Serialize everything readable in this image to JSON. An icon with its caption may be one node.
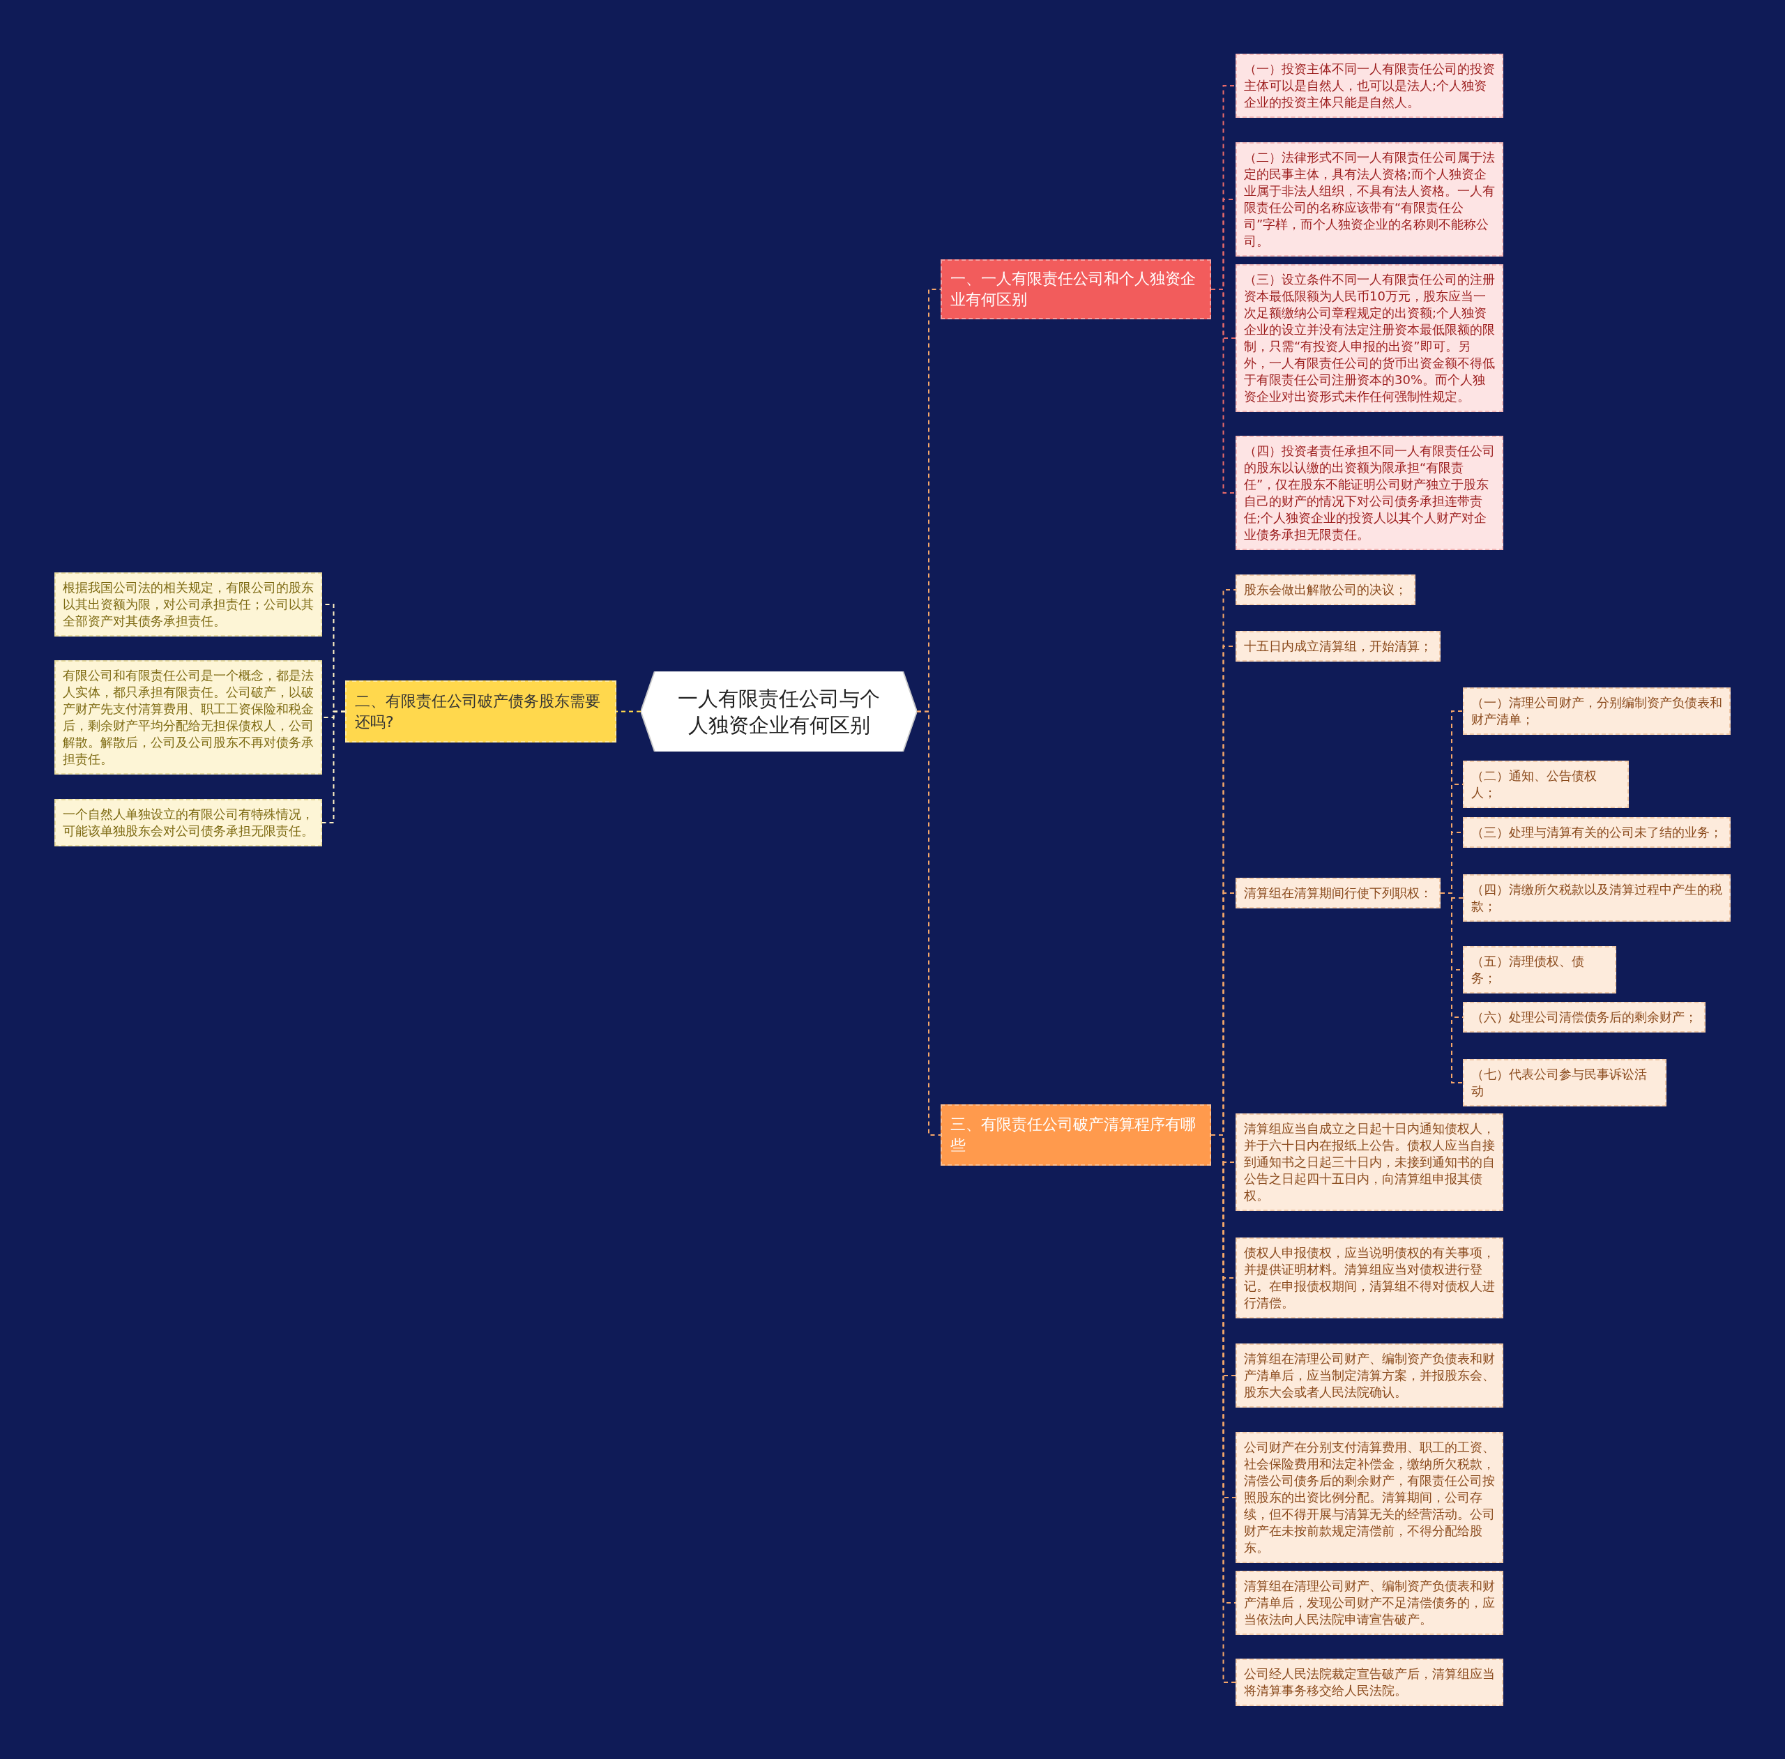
{
  "diagram": {
    "nodes": [
      {
        "text": [
          "一人有限责任公司与个人独资企业有何区别"
        ]
      },
      {
        "text": [
          "一、一人有限责任公司和个人独资企业有何区别"
        ]
      },
      {
        "text": [
          "（一）投资主体不同一人有限责任公司的投资主体可以是自然人，也可以是法人;个人独资企业的投资主体只能是自然人。"
        ]
      },
      {
        "text": [
          "（二）法律形式不同一人有限责任公司属于法定的民事主体，具有法人资格;而个人独资企业属于非法人组织，不具有法人资格。一人有限责任公司的名称应该带有“有限责任公司”字样，而个人独资企业的名称则不能称公司。"
        ]
      },
      {
        "text": [
          "（三）设立条件不同一人有限责任公司的注册资本最低限额为人民币10万元，股东应当一次足额缴纳公司章程规定的出资额;个人独资企业的设立并没有法定注册资本最低限额的限制，只需“有投资人申报的出资”即可。另外，一人有限责任公司的货币出资金额不得低于有限责任公司注册资本的30%。而个人独资企业对出资形式未作任何强制性规定。"
        ]
      },
      {
        "text": [
          "（四）投资者责任承担不同一人有限责任公司的股东以认缴的出资额为限承担“有限责任”，仅在股东不能证明公司财产独立于股东自己的财产的情况下对公司债务承担连带责任;个人独资企业的投资人以其个人财产对企业债务承担无限责任。"
        ]
      },
      {
        "text": [
          "二、有限责任公司破产债务股东需要还吗?"
        ]
      },
      {
        "text": [
          "根据我国公司法的相关规定，有限公司的股东以其出资额为限，对公司承担责任；公司以其全部资产对其债务承担责任。"
        ]
      },
      {
        "text": [
          "有限公司和有限责任公司是一个概念，都是法人实体，都只承担有限责任。公司破产，以破产财产先支付清算费用、职工工资保险和税金后，剩余财产平均分配给无担保债权人，公司解散。解散后，公司及公司股东不再对债务承担责任。"
        ]
      },
      {
        "text": [
          "一个自然人单独设立的有限公司有特殊情况，可能该单独股东会对公司债务承担无限责任。"
        ]
      },
      {
        "text": [
          "三、有限责任公司破产清算程序有哪些"
        ]
      },
      {
        "text": [
          "股东会做出解散公司的决议；"
        ]
      },
      {
        "text": [
          "十五日内成立清算组，开始清算；"
        ]
      },
      {
        "text": [
          "清算组在清算期间行使下列职权："
        ]
      },
      {
        "text": [
          "（一）清理公司财产，分别编制资产负债表和财产清单；"
        ]
      },
      {
        "text": [
          "（二）通知、公告债权人；"
        ]
      },
      {
        "text": [
          "（三）处理与清算有关的公司未了结的业务；"
        ]
      },
      {
        "text": [
          "（四）清缴所欠税款以及清算过程中产生的税款；"
        ]
      },
      {
        "text": [
          "（五）清理债权、债务；"
        ]
      },
      {
        "text": [
          "（六）处理公司清偿债务后的剩余财产；"
        ]
      },
      {
        "text": [
          "（七）代表公司参与民事诉讼活动"
        ]
      },
      {
        "text": [
          "清算组应当自成立之日起十日内通知债权人，并于六十日内在报纸上公告。债权人应当自接到通知书之日起三十日内，未接到通知书的自公告之日起四十五日内，向清算组申报其债权。"
        ]
      },
      {
        "text": [
          "债权人申报债权，应当说明债权的有关事项，并提供证明材料。清算组应当对债权进行登记。在申报债权期间，清算组不得对债权人进行清偿。"
        ]
      },
      {
        "text": [
          "清算组在清理公司财产、编制资产负债表和财产清单后，应当制定清算方案，并报股东会、股东大会或者人民法院确认。"
        ]
      },
      {
        "text": [
          "公司财产在分别支付清算费用、职工的工资、社会保险费用和法定补偿金，缴纳所欠税款，清偿公司债务后的剩余财产，有限责任公司按照股东的出资比例分配。清算期间，公司存续，但不得开展与清算无关的经营活动。公司财产在未按前款规定清偿前，不得分配给股东。"
        ]
      },
      {
        "text": [
          "清算组在清理公司财产、编制资产负债表和财产清单后，发现公司财产不足清偿债务的，应当依法向人民法院申请宣告破产。"
        ]
      },
      {
        "text": [
          "公司经人民法院裁定宣告破产后，清算组应当将清算事务移交给人民法院。"
        ]
      }
    ],
    "edges": [
      {
        "from": 0,
        "to": 1,
        "arrow": "none",
        "style": "dashed"
      },
      {
        "from": 1,
        "to": 2,
        "arrow": "none",
        "style": "dashed",
        "color": "#e86a6a"
      },
      {
        "from": 1,
        "to": 3,
        "arrow": "none",
        "style": "dashed",
        "color": "#e86a6a"
      },
      {
        "from": 1,
        "to": 4,
        "arrow": "none",
        "style": "dashed",
        "color": "#e86a6a"
      },
      {
        "from": 1,
        "to": 5,
        "arrow": "none",
        "style": "dashed",
        "color": "#e86a6a"
      },
      {
        "from": 0,
        "to": 6,
        "arrow": "none",
        "style": "dashed",
        "color": "#ffd84d"
      },
      {
        "from": 6,
        "to": 7,
        "arrow": "none",
        "style": "dashed",
        "color": "#fff2c4"
      },
      {
        "from": 6,
        "to": 8,
        "arrow": "none",
        "style": "dashed",
        "color": "#fff2c4"
      },
      {
        "from": 6,
        "to": 9,
        "arrow": "none",
        "style": "dashed",
        "color": "#fff2c4"
      },
      {
        "from": 0,
        "to": 10,
        "arrow": "none",
        "style": "dashed"
      },
      {
        "from": 10,
        "to": 11,
        "arrow": "none",
        "style": "dashed"
      },
      {
        "from": 10,
        "to": 12,
        "arrow": "none",
        "style": "dashed"
      },
      {
        "from": 10,
        "to": 13,
        "arrow": "none",
        "style": "dashed"
      },
      {
        "from": 13,
        "to": 14,
        "arrow": "none",
        "style": "dashed"
      },
      {
        "from": 13,
        "to": 15,
        "arrow": "none",
        "style": "dashed"
      },
      {
        "from": 13,
        "to": 16,
        "arrow": "none",
        "style": "dashed"
      },
      {
        "from": 13,
        "to": 17,
        "arrow": "none",
        "style": "dashed"
      },
      {
        "from": 13,
        "to": 18,
        "arrow": "none",
        "style": "dashed"
      },
      {
        "from": 13,
        "to": 19,
        "arrow": "none",
        "style": "dashed"
      },
      {
        "from": 13,
        "to": 20,
        "arrow": "none",
        "style": "dashed"
      },
      {
        "from": 10,
        "to": 21,
        "arrow": "none",
        "style": "dashed"
      },
      {
        "from": 10,
        "to": 22,
        "arrow": "none",
        "style": "dashed"
      },
      {
        "from": 10,
        "to": 23,
        "arrow": "none",
        "style": "dashed"
      },
      {
        "from": 10,
        "to": 24,
        "arrow": "none",
        "style": "dashed"
      },
      {
        "from": 10,
        "to": 25,
        "arrow": "none",
        "style": "dashed"
      },
      {
        "from": 10,
        "to": 26,
        "arrow": "none",
        "style": "dashed"
      }
    ]
  }
}
